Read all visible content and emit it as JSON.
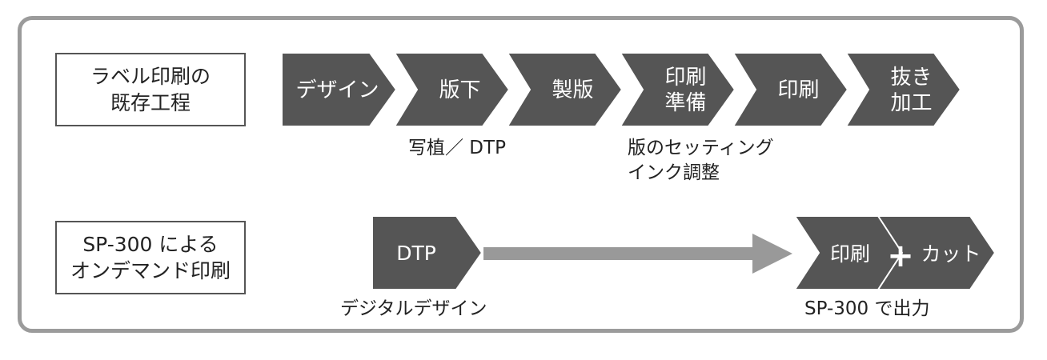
{
  "rows": {
    "existing": {
      "label_line1": "ラベル印刷の",
      "label_line2": "既存工程"
    },
    "ondemand": {
      "label_line1": "SP-300 による",
      "label_line2": "オンデマンド印刷"
    }
  },
  "existing_steps": [
    {
      "lines": [
        "デザイン"
      ]
    },
    {
      "lines": [
        "版下"
      ]
    },
    {
      "lines": [
        "製版"
      ]
    },
    {
      "lines": [
        "印刷",
        "準備"
      ]
    },
    {
      "lines": [
        "印刷"
      ]
    },
    {
      "lines": [
        "抜き",
        "加工"
      ]
    }
  ],
  "existing_notes": {
    "hanshita": "写植／ DTP",
    "prep_line1": "版のセッティング",
    "prep_line2": "インク調整"
  },
  "ondemand_steps": {
    "dtp": "DTP",
    "print": "印刷",
    "plus": "+",
    "cut": "カット"
  },
  "ondemand_notes": {
    "dtp": "デジタルデザイン",
    "output": "SP-300 で出力"
  },
  "colors": {
    "chevron_fill": "#555555",
    "chevron_stroke": "#ffffff",
    "arrow": "#999999",
    "frame": "#9b9b9b"
  }
}
